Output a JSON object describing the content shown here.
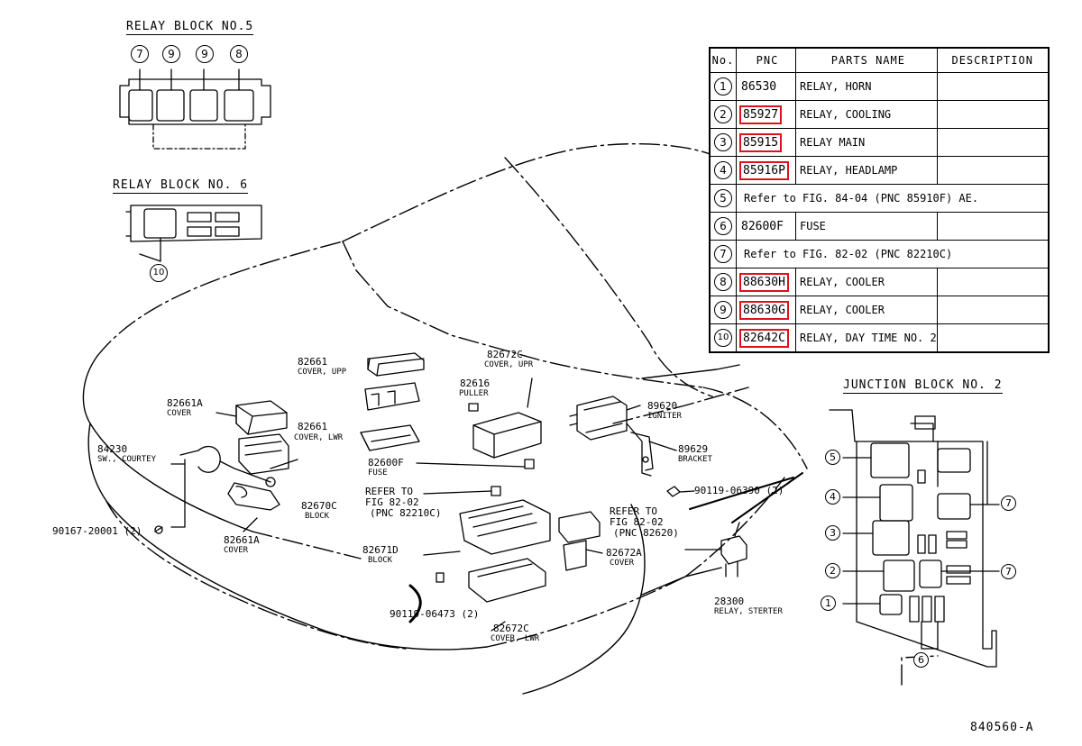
{
  "relay_block_5": {
    "title": "RELAY BLOCK NO.5",
    "callouts": [
      "7",
      "9",
      "9",
      "8"
    ]
  },
  "relay_block_6": {
    "title": "RELAY  BLOCK  NO. 6",
    "callout": "10"
  },
  "junction_block_2": {
    "title": "JUNCTION BLOCK NO. 2",
    "callouts": [
      "5",
      "4",
      "3",
      "2",
      "1",
      "6",
      "7",
      "7"
    ]
  },
  "parts_table": {
    "headers": {
      "no": "No.",
      "pnc": "PNC",
      "name": "PARTS NAME",
      "desc": "DESCRIPTION"
    },
    "rows": [
      {
        "no": "1",
        "pnc": "86530",
        "name": "RELAY, HORN",
        "highlight": false
      },
      {
        "no": "2",
        "pnc": "85927",
        "name": "RELAY, COOLING",
        "highlight": true
      },
      {
        "no": "3",
        "pnc": "85915",
        "name": "RELAY MAIN",
        "highlight": true
      },
      {
        "no": "4",
        "pnc": "85916P",
        "name": "RELAY, HEADLAMP",
        "highlight": true
      },
      {
        "no": "5",
        "span": "Refer to FIG. 84-04 (PNC 85910F) AE."
      },
      {
        "no": "6",
        "pnc": "82600F",
        "name": "FUSE",
        "highlight": false
      },
      {
        "no": "7",
        "span": "Refer to FIG. 82-02 (PNC 82210C)"
      },
      {
        "no": "8",
        "pnc": "88630H",
        "name": "RELAY, COOLER",
        "highlight": true
      },
      {
        "no": "9",
        "pnc": "88630G",
        "name": "RELAY, COOLER",
        "highlight": true
      },
      {
        "no": "10",
        "pnc": "82642C",
        "name": "RELAY, DAY TIME NO. 2",
        "highlight": true
      }
    ],
    "highlight_color": "#e0101a"
  },
  "callouts": {
    "p82661": "82661",
    "p82661_sub": "COVER, UPP",
    "p82661a": "82661A",
    "p82661a_sub": "COVER",
    "p84230": "84230",
    "p84230_sub": "SW., COURTEY",
    "p82661b": "82661",
    "p82661b_sub": "COVER, LWR",
    "p90167": "90167-20001 (2)",
    "p82661a2": "82661A",
    "p82661a2_sub": "COVER",
    "p82672c": "82672C",
    "p82672c_sub": "COVER, UPR",
    "p82616": "82616",
    "p82616_sub": "PULLER",
    "p82600f": "82600F",
    "p82600f_sub": "FUSE",
    "p_ref1a": "REFER TO",
    "p_ref1b": "FIG 82-02",
    "p_ref1c": "(PNC 82210C)",
    "p82670c": "82670C",
    "p82670c_sub": "BLOCK",
    "p82671d": "82671D",
    "p82671d_sub": "BLOCK",
    "p90119a": "90119-06473 (2)",
    "p82672c2": "82672C",
    "p82672c2_sub": "COVER, LWR",
    "p_ref2a": "REFER TO",
    "p_ref2b": "FIG 82-02",
    "p_ref2c": "(PNC 82620)",
    "p82672a": "82672A",
    "p82672a_sub": "COVER",
    "p89620": "89620",
    "p89620_sub": "IGNITER",
    "p89629": "89629",
    "p89629_sub": "BRACKET",
    "p90119b": "90119-06390 (2)",
    "p28300": "28300",
    "p28300_sub": "RELAY, STERTER"
  },
  "figure_number": "840560-A"
}
